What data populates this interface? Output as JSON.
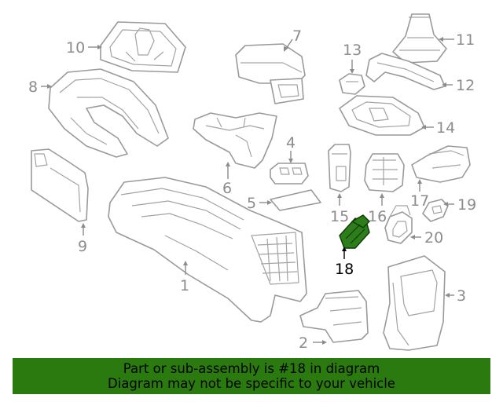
{
  "callouts": {
    "c1": "1",
    "c2": "2",
    "c3": "3",
    "c4": "4",
    "c5": "5",
    "c6": "6",
    "c7": "7",
    "c8": "8",
    "c9": "9",
    "c10": "10",
    "c11": "11",
    "c12": "12",
    "c13": "13",
    "c14": "14",
    "c15": "15",
    "c16": "16",
    "c17": "17",
    "c18": "18",
    "c19": "19",
    "c20": "20"
  },
  "highlighted_part": "18",
  "colors": {
    "highlight_fill": "#2e7d1b",
    "banner_background": "#2a7a10",
    "line_gray": "#9a9a9a"
  },
  "banner": {
    "line1": "Part or sub-assembly is #18 in diagram",
    "line2": "Diagram may not be specific to your vehicle"
  }
}
